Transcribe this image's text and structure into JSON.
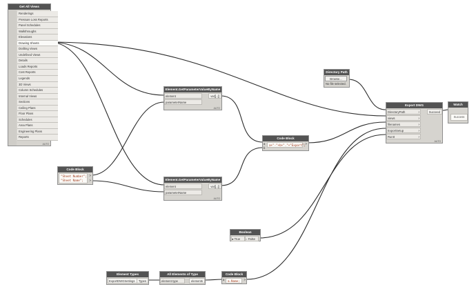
{
  "get_all_views": {
    "title": "Get All Views",
    "items": [
      "Renderings",
      "Pressure Loss Reports",
      "Panel Schedules",
      "Walkthroughs",
      "Elevations",
      "Drawing Sheets",
      "Drafting Views",
      "Undefined Views",
      "Details",
      "Loads Reports",
      "Cost Reports",
      "Legends",
      "3D Views",
      "Column Schedules",
      "Internal Views",
      "Sections",
      "Ceiling Plans",
      "Floor Plans",
      "Schedules",
      "Area Plans",
      "Engineering Plans",
      "Reports"
    ],
    "selected_index": 5,
    "footer": "AUTO"
  },
  "directory_path": {
    "title": "Directory Path",
    "browse_label": "Browse...",
    "status": "No file selected."
  },
  "export_dwg": {
    "title": "Export DWG",
    "inputs": [
      "DirectoryPath",
      "views",
      "filenames",
      "ExportSetup",
      "RunIt"
    ],
    "output": "Succeed",
    "footer": "AUTO"
  },
  "watch": {
    "title": "Watch",
    "value": "Success"
  },
  "param_top": {
    "title": "Element.GetParameterValueByName",
    "inputs": [
      "element",
      "parameterName"
    ],
    "output": "var[]..[]",
    "footer": "AUTO"
  },
  "param_bottom": {
    "title": "Element.GetParameterValueByName",
    "inputs": [
      "element",
      "parameterName"
    ],
    "output": "var[]..[]",
    "footer": "AUTO"
  },
  "code_block_mid": {
    "title": "Code Block",
    "code": "a+\"-\"+b+\".\"+\"Export\";",
    "input_a": "a",
    "input_b": "b",
    "out": ">"
  },
  "code_block_left": {
    "title": "Code Block",
    "line1": "\"Sheet Number\";",
    "line2": "\"Sheet Name\";",
    "out": ">"
  },
  "boolean": {
    "title": "Boolean",
    "true_label": "True",
    "false_label": "False"
  },
  "element_types": {
    "title": "Element Types",
    "value": "ExportDWGSettings",
    "output": "Types"
  },
  "all_elements": {
    "title": "All Elements of Type",
    "input": "element type",
    "output": "elements"
  },
  "code_block_bottom": {
    "title": "Code Block",
    "code": "a.Name;",
    "input_a": "a",
    "out": ">"
  },
  "colors": {
    "header": "#535353",
    "body": "#d6d4cf",
    "wire": "#2a2a2a"
  }
}
